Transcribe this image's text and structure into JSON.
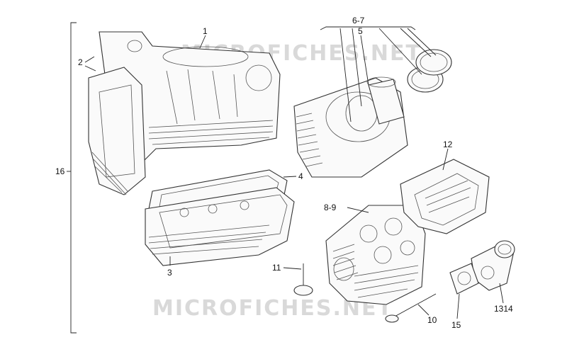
{
  "watermark": "MICROFICHES.NET",
  "callouts": {
    "c1": "1",
    "c2": "2",
    "c3": "3",
    "c4": "4",
    "c5": "5",
    "c67": "6-7",
    "c89": "8-9",
    "c10": "10",
    "c11": "11",
    "c12": "12",
    "c1314": "1314",
    "c15": "15",
    "c16": "16"
  }
}
